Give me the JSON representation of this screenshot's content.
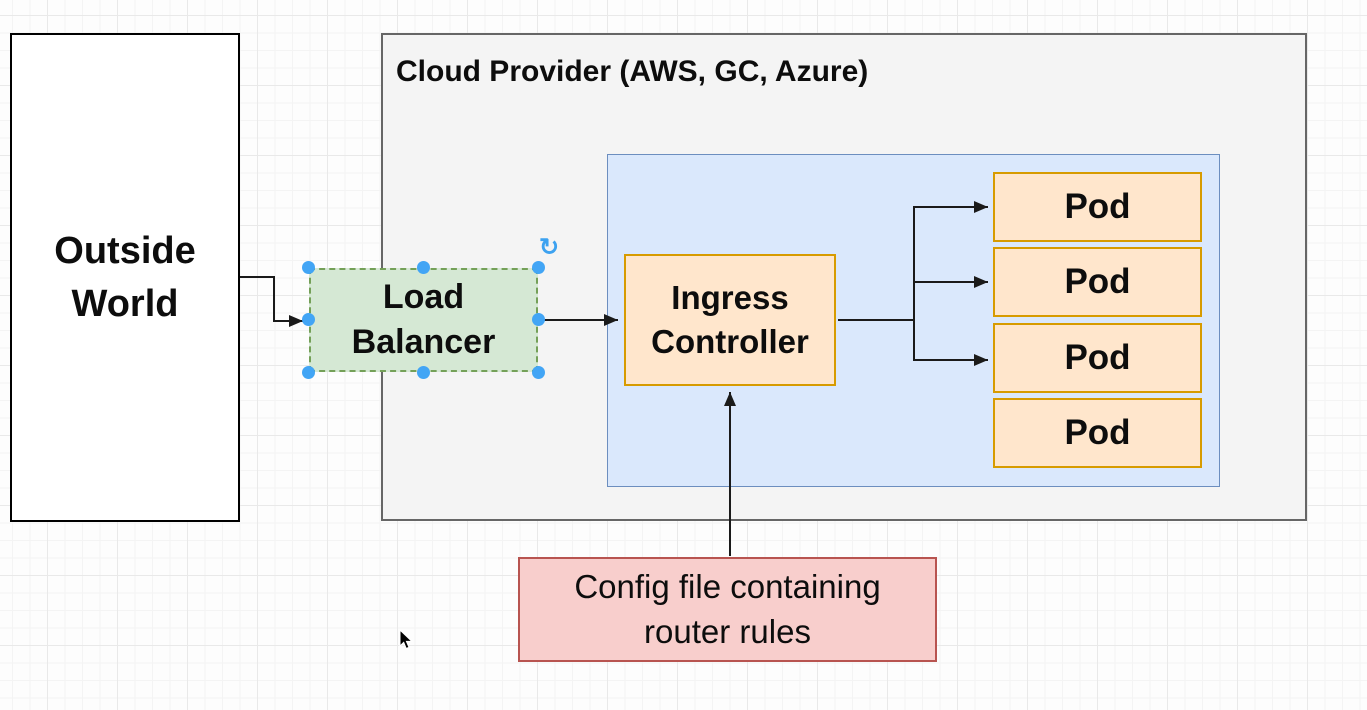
{
  "diagram": {
    "nodes": {
      "outside_world": {
        "label": "Outside\nWorld",
        "fill": "#ffffff",
        "border": "#000000"
      },
      "cloud_provider": {
        "label": "Cloud Provider (AWS, GC, Azure)",
        "fill": "#f4f4f4",
        "border": "#666666"
      },
      "cluster_container": {
        "fill": "#dae8fc",
        "border": "#6c8ebf"
      },
      "load_balancer": {
        "label": "Load\nBalancer",
        "fill": "#d5e8d4",
        "border": "#82b366",
        "selected": true
      },
      "ingress_controller": {
        "label": "Ingress\nController",
        "fill": "#ffe6cc",
        "border": "#d79b00"
      },
      "pods": [
        {
          "label": "Pod"
        },
        {
          "label": "Pod"
        },
        {
          "label": "Pod"
        },
        {
          "label": "Pod"
        }
      ],
      "pod_style": {
        "fill": "#ffe6cc",
        "border": "#d79b00"
      },
      "config_file": {
        "label": "Config file containing\nrouter rules",
        "fill": "#f8cecc",
        "border": "#b85450"
      }
    },
    "edges": [
      {
        "from": "outside_world",
        "to": "load_balancer",
        "arrow": true
      },
      {
        "from": "load_balancer",
        "to": "ingress_controller",
        "arrow": true
      },
      {
        "from": "ingress_controller",
        "to": "pod_1",
        "arrow": true
      },
      {
        "from": "ingress_controller",
        "to": "pod_2",
        "arrow": true
      },
      {
        "from": "ingress_controller",
        "to": "pod_3",
        "arrow": true
      },
      {
        "from": "config_file",
        "to": "ingress_controller",
        "arrow": true
      }
    ],
    "edge_color": "#1a1a1a",
    "selection": {
      "node": "load_balancer",
      "handle_color": "#42a5f5",
      "rotate_icon": "↻"
    }
  }
}
